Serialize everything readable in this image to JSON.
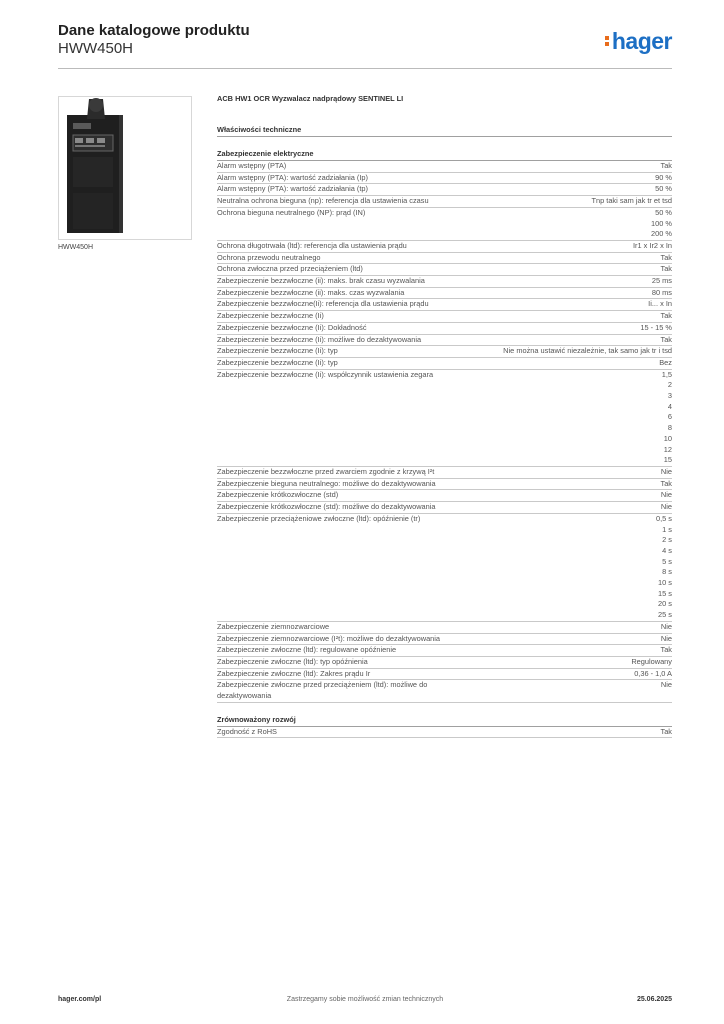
{
  "header": {
    "title": "Dane katalogowe produktu",
    "code": "HWW450H",
    "logo_text": "hager",
    "colors": {
      "logo_blue": "#1d6fc4",
      "logo_orange": "#e86c1c"
    }
  },
  "image": {
    "caption": "HWW450H"
  },
  "product": {
    "description": "ACB HW1 OCR Wyzwalacz nadprądowy SENTINEL LI",
    "tech_heading": "Właściwości techniczne"
  },
  "section_electrical": {
    "heading": "Zabezpieczenie elektryczne",
    "rows": [
      {
        "label": "Alarm wstępny (PTA)",
        "values": [
          "Tak"
        ]
      },
      {
        "label": "Alarm wstępny (PTA): wartość zadziałania (Ip)",
        "values": [
          "90 %"
        ]
      },
      {
        "label": "Alarm wstępny (PTA): wartość zadziałania (tp)",
        "values": [
          "50 %"
        ]
      },
      {
        "label": "Neutralna ochrona bieguna (np): referencja dla ustawienia czasu",
        "values": [
          "Tnp taki sam jak tr et tsd"
        ]
      },
      {
        "label": "Ochrona bieguna neutralnego (NP): prąd (IN)",
        "values": [
          "50 %",
          "100 %",
          "200 %"
        ]
      },
      {
        "label": "Ochrona długotrwała (ltd): referencja dla ustawienia prądu",
        "values": [
          "Ir1 x Ir2 x In"
        ]
      },
      {
        "label": "Ochrona przewodu neutralnego",
        "values": [
          "Tak"
        ]
      },
      {
        "label": "Ochrona zwłoczna przed przeciążeniem (ltd)",
        "values": [
          "Tak"
        ]
      },
      {
        "label": "Zabezpieczenie bezzwłoczne (ii): maks. brak czasu wyzwalania",
        "values": [
          "25 ms"
        ]
      },
      {
        "label": "Zabezpieczenie bezzwłoczne (ii): maks. czas wyzwalania",
        "values": [
          "80 ms"
        ]
      },
      {
        "label": "Zabezpieczenie bezzwłoczne(Ii): referencja dla ustawienia prądu",
        "values": [
          "Ii... x In"
        ]
      },
      {
        "label": "Zabezpieczenie bezzwłoczne (Ii)",
        "values": [
          "Tak"
        ]
      },
      {
        "label": "Zabezpieczenie bezzwłoczne (Ii): Dokładność",
        "values": [
          "15 - 15 %"
        ]
      },
      {
        "label": "Zabezpieczenie bezzwłoczne (Ii): możliwe do dezaktywowania",
        "values": [
          "Tak"
        ]
      },
      {
        "label": "Zabezpieczenie bezzwłoczne (Ii): typ",
        "values": [
          "Nie można ustawić niezależnie, tak samo jak tr i tsd"
        ]
      },
      {
        "label": "Zabezpieczenie bezzwłoczne (Ii): typ",
        "values": [
          "Bez"
        ]
      },
      {
        "label": "Zabezpieczenie bezzwłoczne (Ii): współczynnik ustawienia zegara",
        "values": [
          "1,5",
          "2",
          "3",
          "4",
          "6",
          "8",
          "10",
          "12",
          "15"
        ]
      },
      {
        "label": "Zabezpieczenie bezzwłoczne przed zwarciem zgodnie z krzywą I²t",
        "values": [
          "Nie"
        ]
      },
      {
        "label": "Zabezpieczenie bieguna neutralnego: możliwe do dezaktywowania",
        "values": [
          "Tak"
        ]
      },
      {
        "label": "Zabezpieczenie krótkozwłoczne (std)",
        "values": [
          "Nie"
        ]
      },
      {
        "label": "Zabezpieczenie krótkozwłoczne (std): możliwe do dezaktywowania",
        "values": [
          "Nie"
        ]
      },
      {
        "label": "Zabezpieczenie przeciążeniowe zwłoczne (ltd): opóźnienie (tr)",
        "values": [
          "0,5 s",
          "1 s",
          "2 s",
          "4 s",
          "5 s",
          "8 s",
          "10 s",
          "15 s",
          "20 s",
          "25 s"
        ]
      },
      {
        "label": "Zabezpieczenie ziemnozwarciowe",
        "values": [
          "Nie"
        ]
      },
      {
        "label": "Zabezpieczenie ziemnozwarciowe (I²t): możliwe do dezaktywowania",
        "values": [
          "Nie"
        ]
      },
      {
        "label": "Zabezpieczenie zwłoczne (ltd): regulowane opóźnienie",
        "values": [
          "Tak"
        ]
      },
      {
        "label": "Zabezpieczenie zwłoczne (ltd): typ opóźnienia",
        "values": [
          "Regulowany"
        ]
      },
      {
        "label": "Zabezpieczenie zwłoczne (ltd): Zakres prądu Ir",
        "values": [
          "0,36 - 1,0 A"
        ]
      },
      {
        "label": "Zabezpieczenie zwłoczne przed przeciążeniem (ltd): możliwe do dezaktywowania",
        "values": [
          "Nie"
        ]
      }
    ]
  },
  "section_sustainability": {
    "heading": "Zrównoważony rozwój",
    "rows": [
      {
        "label": "Zgodność z RoHS",
        "values": [
          "Tak"
        ]
      }
    ]
  },
  "footer": {
    "website": "hager.com/pl",
    "notice": "Zastrzegamy sobie możliwość zmian technicznych",
    "date": "25.06.2025"
  }
}
